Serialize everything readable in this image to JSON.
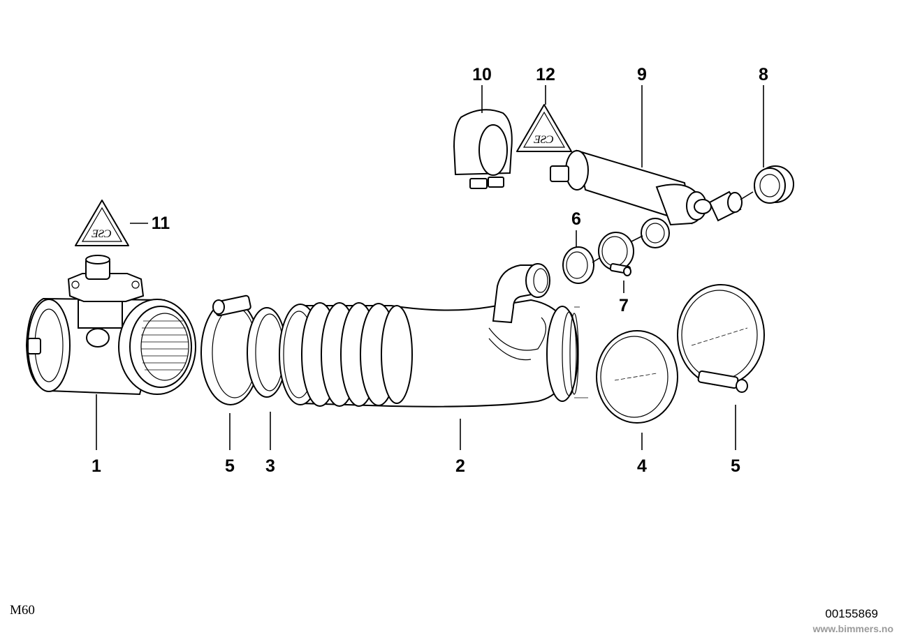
{
  "diagram": {
    "model": "M60",
    "diagram_number": "00155869",
    "watermark": "www.bimmers.no",
    "callouts": {
      "c1": "1",
      "c2": "2",
      "c3": "3",
      "c4": "4",
      "c5a": "5",
      "c5b": "5",
      "c6": "6",
      "c7": "7",
      "c8": "8",
      "c9": "9",
      "c10": "10",
      "c11": "11",
      "c12": "12"
    },
    "colors": {
      "line": "#000000",
      "background": "#ffffff",
      "watermark": "#9a9a9a"
    }
  }
}
